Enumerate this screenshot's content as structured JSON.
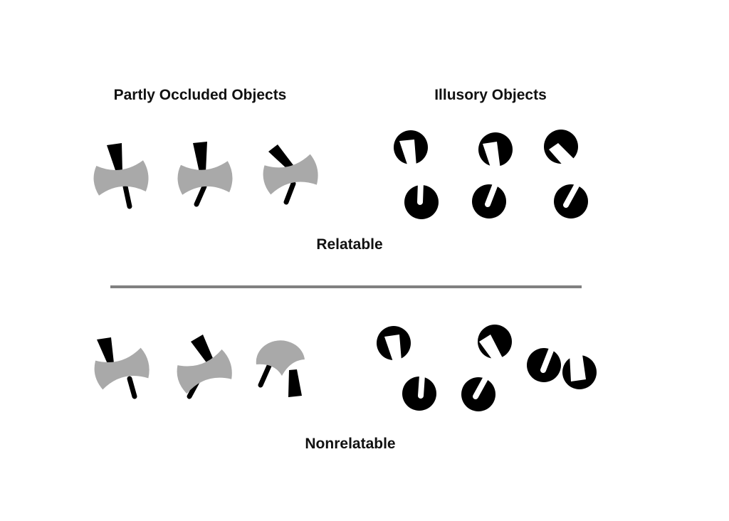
{
  "headings": {
    "partly_occluded": "Partly Occluded Objects",
    "illusory": "Illusory Objects"
  },
  "rows": {
    "relatable": "Relatable",
    "nonrelatable": "Nonrelatable"
  },
  "colors": {
    "occluder_gray": "#a9a9a9",
    "figure_black": "#000000",
    "divider": "#808080"
  }
}
